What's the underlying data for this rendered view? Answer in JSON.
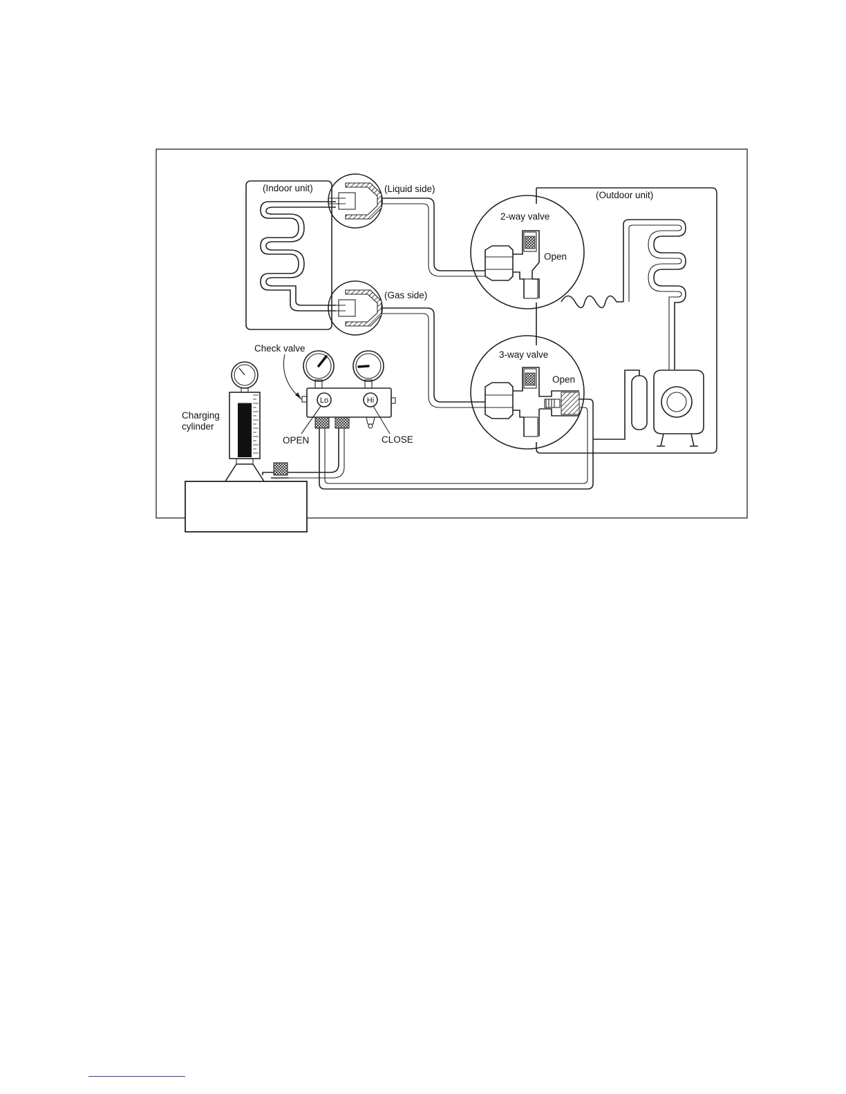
{
  "diagram": {
    "labels": {
      "indoor_unit": "(Indoor unit)",
      "liquid_side": "(Liquid side)",
      "gas_side": "(Gas side)",
      "outdoor_unit": "(Outdoor unit)",
      "two_way_valve": "2-way valve",
      "two_way_open": "Open",
      "three_way_valve": "3-way valve",
      "three_way_open": "Open",
      "check_valve": "Check valve",
      "charging_cylinder_line1": "Charging",
      "charging_cylinder_line2": "cylinder",
      "gauge_lo": "Lo",
      "gauge_hi": "Hi",
      "lo_state": "OPEN",
      "hi_state": "CLOSE"
    }
  }
}
